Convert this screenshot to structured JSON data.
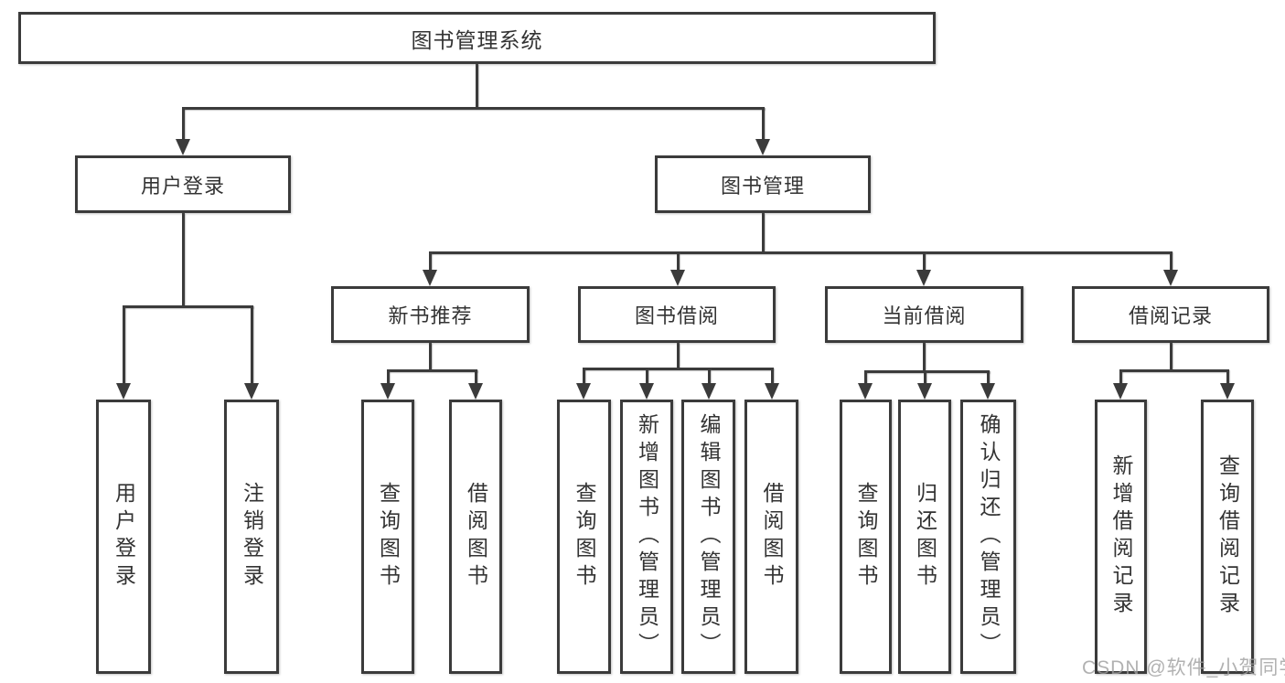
{
  "diagram": {
    "root": {
      "label": "图书管理系统"
    },
    "level1": [
      {
        "label": "用户登录"
      },
      {
        "label": "图书管理"
      }
    ],
    "level2": [
      {
        "label": "新书推荐"
      },
      {
        "label": "图书借阅"
      },
      {
        "label": "当前借阅"
      },
      {
        "label": "借阅记录"
      }
    ],
    "level3": {
      "user_login": [
        "用户登录",
        "注销登录"
      ],
      "new_book": [
        "查询图书",
        "借阅图书"
      ],
      "book_borrow": [
        "查询图书",
        "新增图书（管理员）",
        "编辑图书（管理员）",
        "借阅图书"
      ],
      "current_borrow": [
        "查询图书",
        "归还图书",
        "确认归还（管理员）"
      ],
      "borrow_record": [
        "新增借阅记录",
        "查询借阅记录"
      ]
    }
  },
  "watermark": {
    "text": "CSDN @软件_小贺同学"
  },
  "colors": {
    "line": "#3b3b3b",
    "text": "#333333",
    "watermark": "#9e9e9e",
    "background": "#ffffff"
  }
}
